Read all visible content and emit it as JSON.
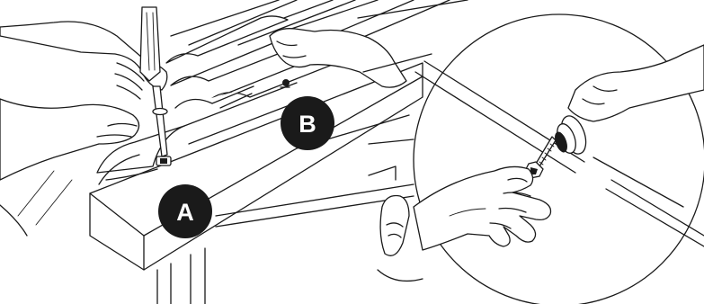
{
  "markers": [
    {
      "id": "a",
      "label": "A"
    },
    {
      "id": "b",
      "label": "B"
    }
  ],
  "colors": {
    "line": "#1a1a1a",
    "marker_fill": "#1a1a1a",
    "marker_text": "#ffffff",
    "background": "#ffffff"
  },
  "icons": [
    "screwdriver-icon",
    "screw-icon",
    "hand-icon",
    "roof-tile-icon",
    "magnifier-circle-icon"
  ]
}
